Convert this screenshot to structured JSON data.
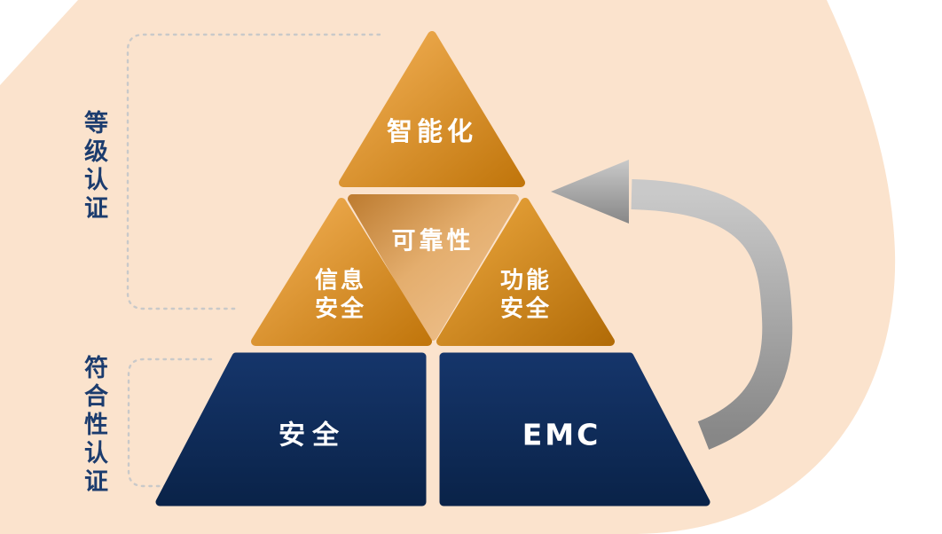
{
  "diagram": {
    "pyramid": {
      "top": {
        "label": "智能化"
      },
      "middle_center": {
        "label": "可靠性"
      },
      "middle_left": {
        "line1": "信息",
        "line2": "安全"
      },
      "middle_right": {
        "line1": "功能",
        "line2": "安全"
      },
      "bottom_left": {
        "label": "安全"
      },
      "bottom_right": {
        "label": "EMC"
      }
    },
    "side_labels": {
      "level": "等级认证",
      "compliance": "符合性认证"
    },
    "colors": {
      "peach_background": "#fbe3cd",
      "orange_light": "#f3b055",
      "orange_dark": "#c2770e",
      "tan_dark": "#c28136",
      "tan_light": "#eec191",
      "navy": "#0e2c5a",
      "side_label_text": "#1c3c6e",
      "shape_text": "#ffffff",
      "arrow_gray": "#9c9c9c",
      "dotted_line": "#c9c9c9"
    }
  }
}
